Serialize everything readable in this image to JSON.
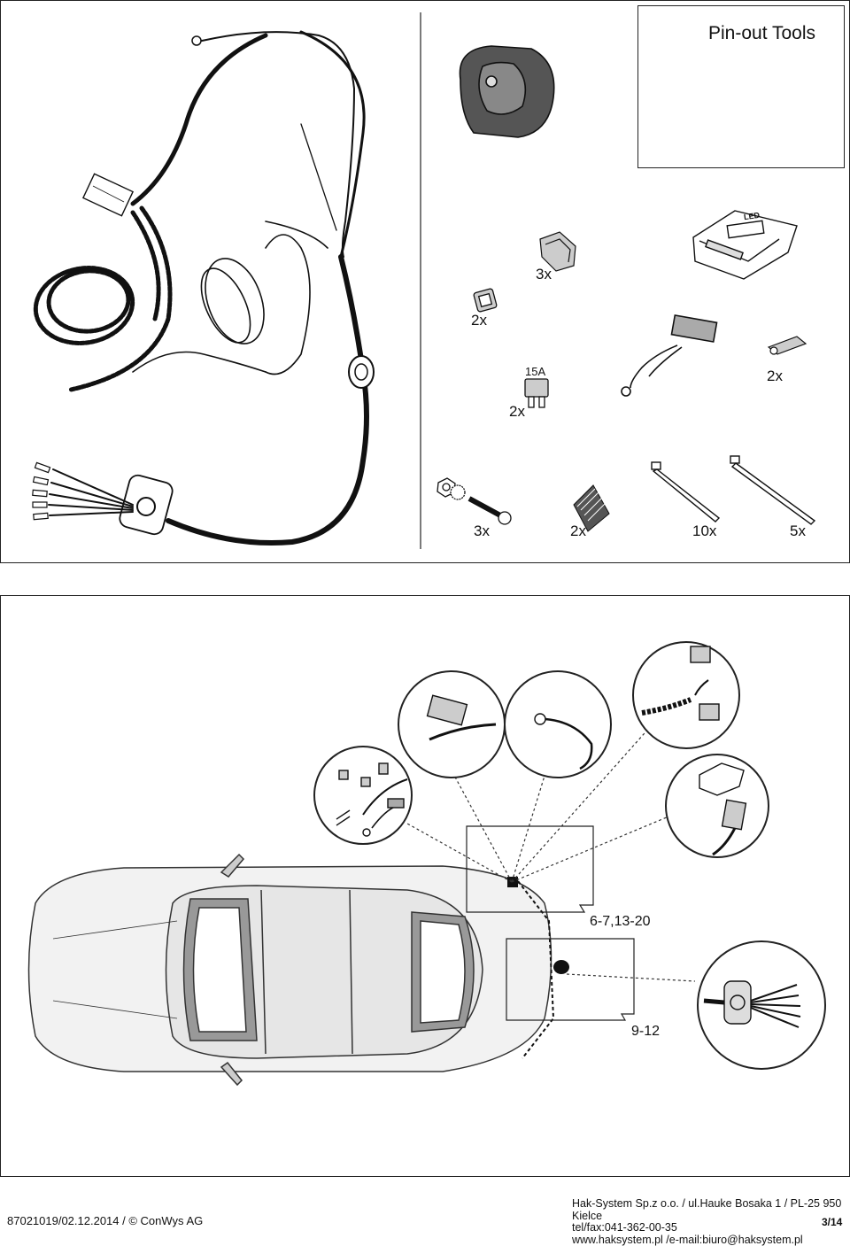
{
  "top": {
    "pinout_title": "Pin-out Tools",
    "qty": {
      "terminal_clip": "2x",
      "connector_clip": "3x",
      "fuse_label": "15A",
      "fuse_qty": "2x",
      "pin_terminal": "2x",
      "screw_set": "3x",
      "foam_pad": "2x",
      "tie_small": "10x",
      "tie_large": "5x"
    },
    "module_label": "LED"
  },
  "bottom": {
    "ref_front": "6-7,13-20",
    "ref_rear": "9-12"
  },
  "footer": {
    "doc_id": "87021019/02.12.2014 / © ConWys AG",
    "company": "Hak-System Sp.z o.o. / ul.Hauke Bosaka 1 / PL-25 950 Kielce",
    "phone": "tel/fax:041-362-00-35",
    "web": "www.haksystem.pl /e-mail:biuro@haksystem.pl",
    "page": "3/14"
  }
}
